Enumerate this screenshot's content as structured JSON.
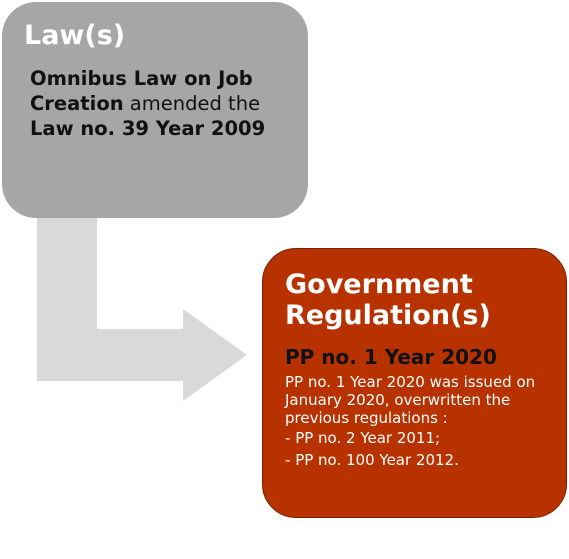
{
  "law_box": {
    "title": "Law(s)",
    "body_bold_1": "Omnibus Law on Job Creation",
    "body_plain": " amended the ",
    "body_bold_2": "Law no. 39 Year 2009"
  },
  "gov_box": {
    "title_line1": "Government",
    "title_line2": "Regulation(s)",
    "subtitle": "PP no. 1 Year 2020",
    "description": "PP no. 1 Year 2020 was issued on January 2020, overwritten the previous regulations :",
    "items": [
      "PP no. 2 Year 2011;",
      "PP no. 100 Year 2012."
    ]
  },
  "colors": {
    "law_box_fill": "#a6a6a6",
    "gov_box_fill": "#b83200",
    "arrow_fill": "#d9d9d9"
  }
}
